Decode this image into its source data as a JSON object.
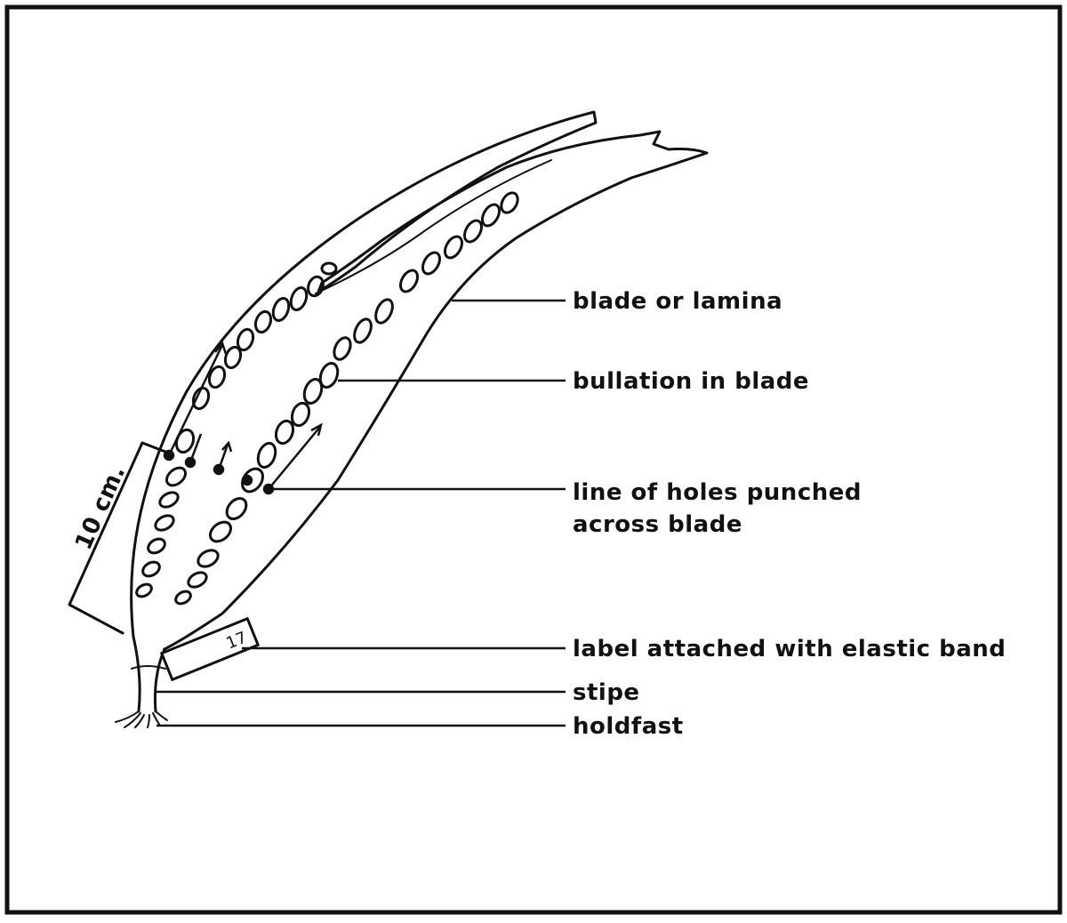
{
  "labels": {
    "blade": "blade or lamina",
    "bullation": "bullation in blade",
    "holes_line1": "line of holes punched",
    "holes_line2": "across blade",
    "label_band": "label attached with elastic band",
    "stipe": "stipe",
    "holdfast": "holdfast",
    "scale": "10 cm.",
    "tag_number": "17"
  }
}
